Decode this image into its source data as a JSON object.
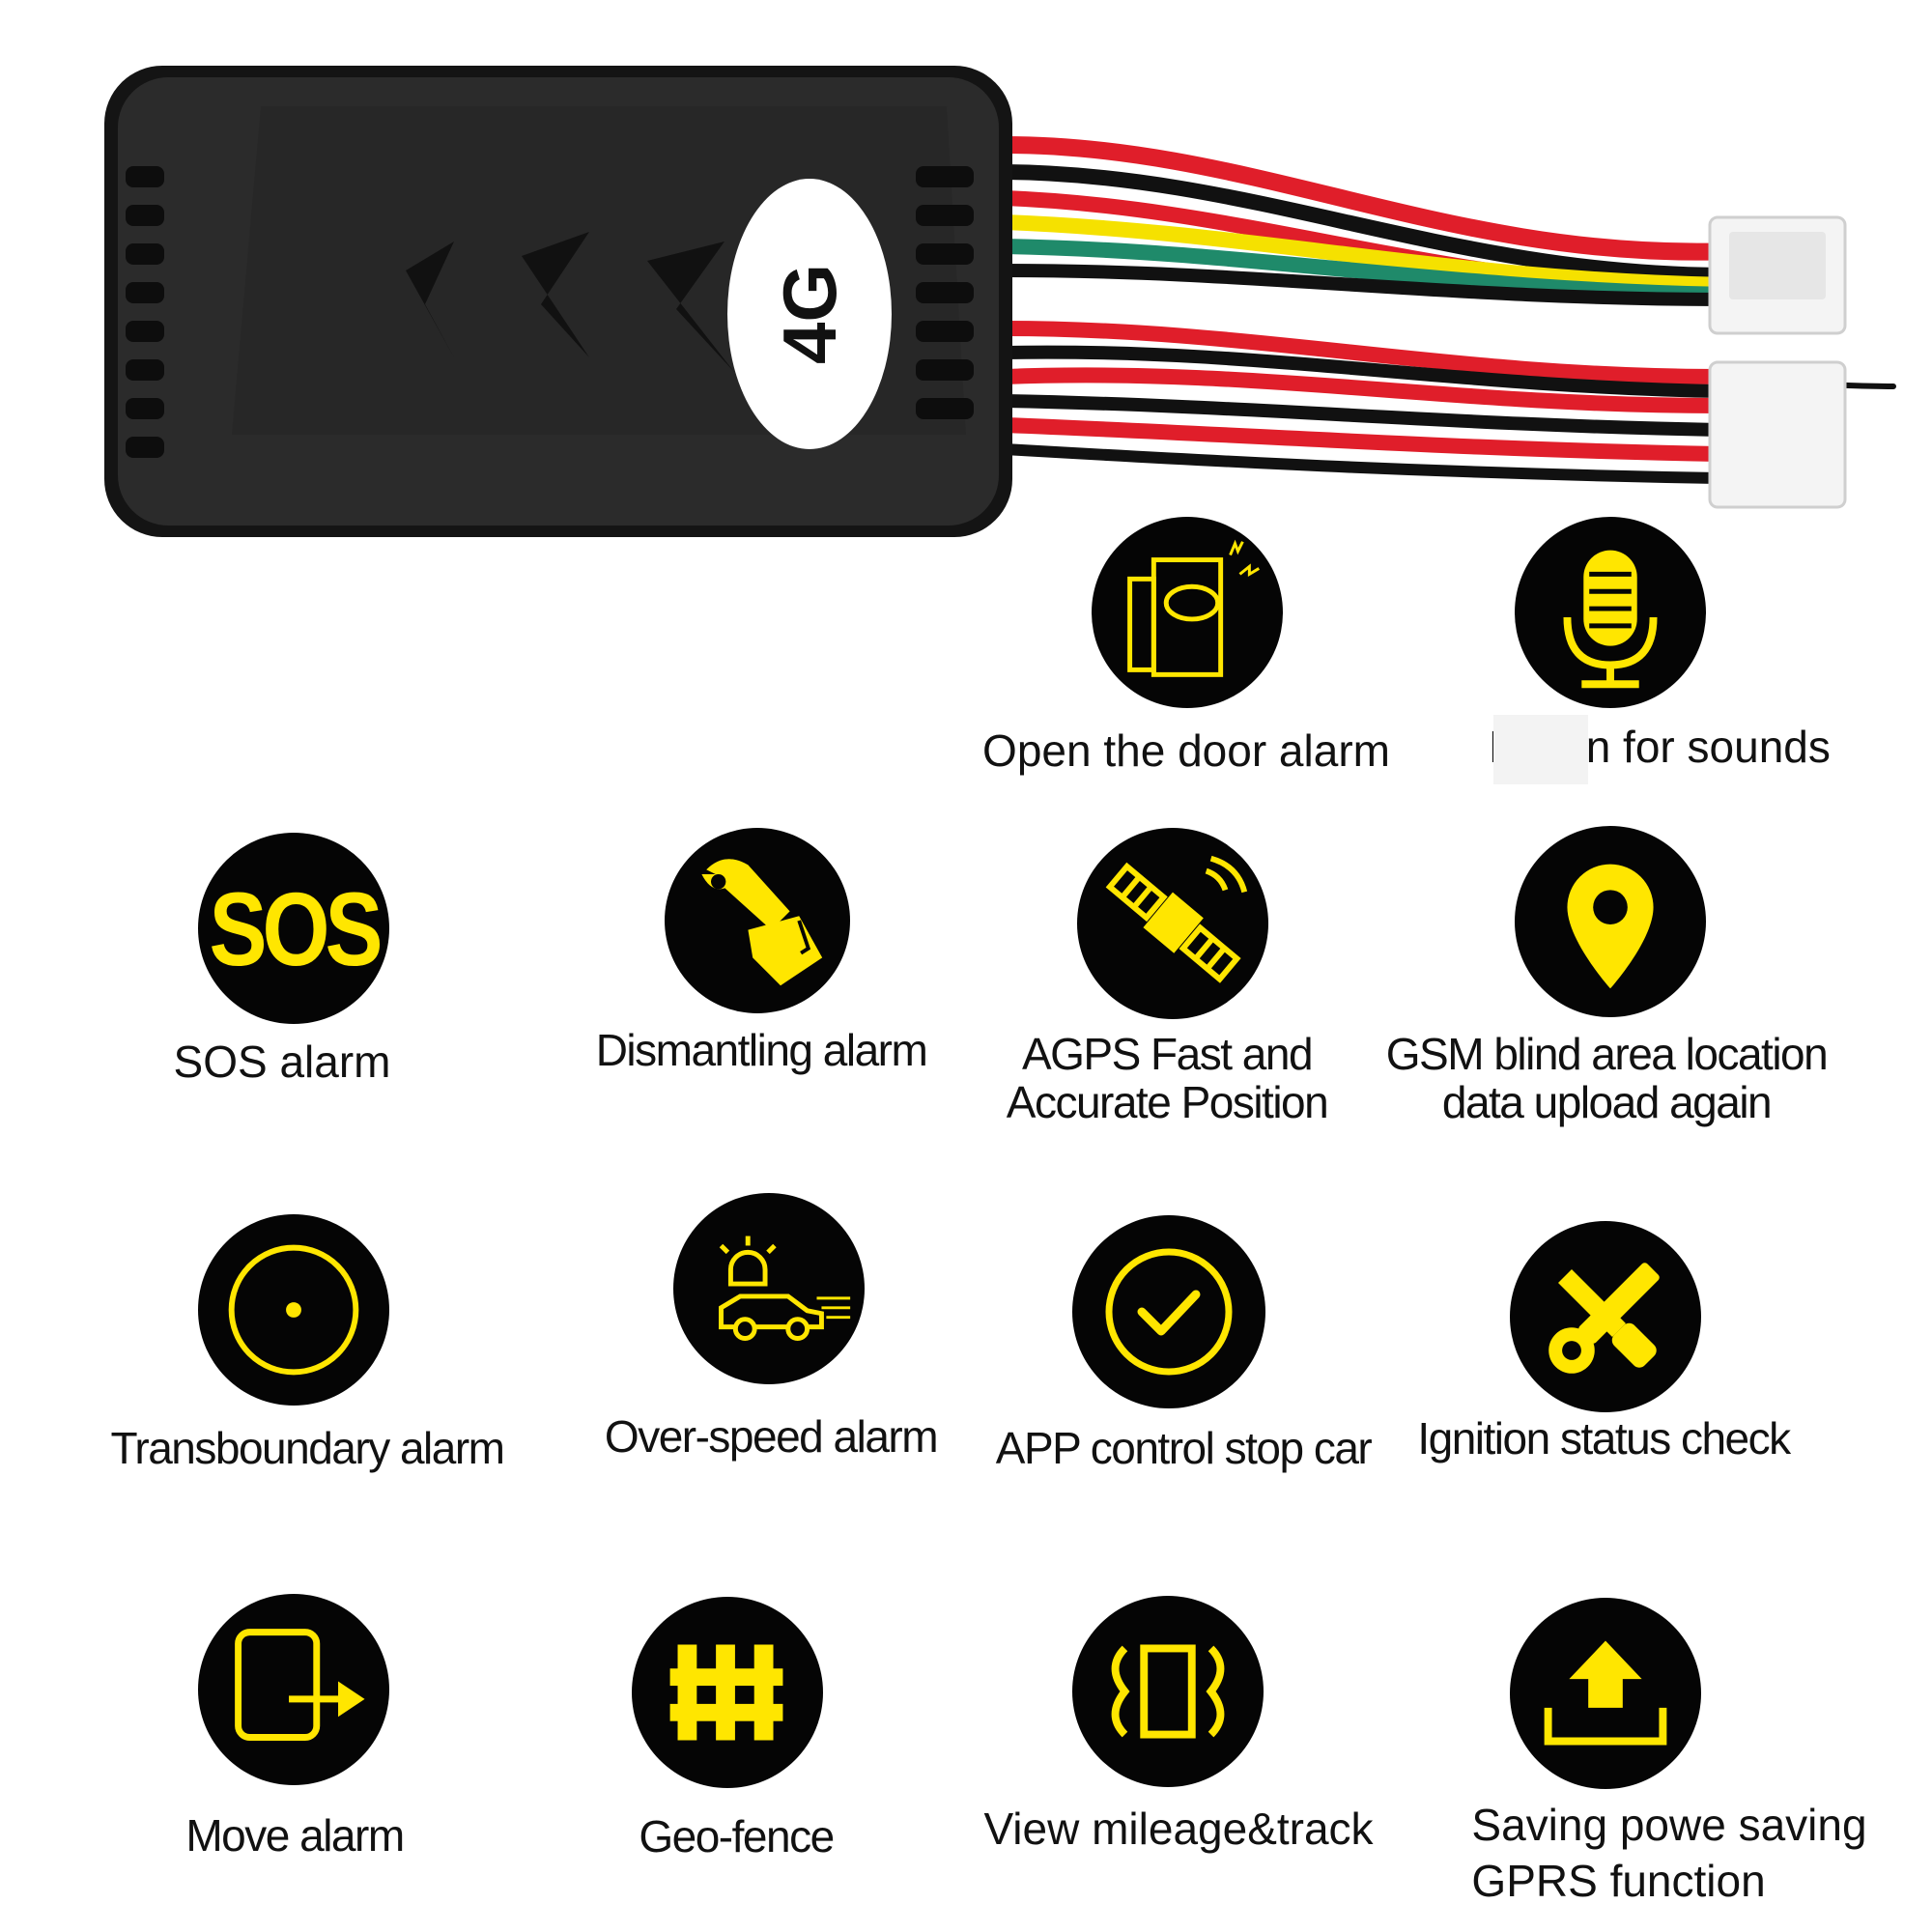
{
  "device": {
    "badge": "4G",
    "colors": {
      "case": "#262626",
      "badge_bg": "#ffffff",
      "wire_red": "#e01e2a",
      "wire_yellow": "#f5e100",
      "wire_green": "#1f8a6a",
      "wire_black": "#111111"
    }
  },
  "accent_color": "#ffe600",
  "icon_background": "#050505",
  "features": [
    {
      "id": "door",
      "icon": "door-alarm-icon",
      "label": "Open the door alarm"
    },
    {
      "id": "listen",
      "icon": "microphone-icon",
      "label": "L      n for sounds"
    },
    {
      "id": "sos",
      "icon": "sos-icon",
      "icon_text": "SOS",
      "label": "SOS alarm"
    },
    {
      "id": "dismantle",
      "icon": "wrench-hand-icon",
      "label": "Dismantling alarm"
    },
    {
      "id": "agps",
      "icon": "satellite-icon",
      "label_lines": [
        "AGPS Fast and",
        "Accurate Position"
      ]
    },
    {
      "id": "gsm",
      "icon": "location-pin-icon",
      "label_lines": [
        "GSM blind area location",
        "data upload again"
      ]
    },
    {
      "id": "transboundary",
      "icon": "boundary-circle-icon",
      "label": "Transboundary alarm"
    },
    {
      "id": "overspeed",
      "icon": "speeding-car-icon",
      "label": "Over-speed alarm"
    },
    {
      "id": "app",
      "icon": "checkmark-circle-icon",
      "label": "APP control stop car"
    },
    {
      "id": "ignition",
      "icon": "tools-icon",
      "label": "Ignition status check"
    },
    {
      "id": "move",
      "icon": "move-arrow-icon",
      "label": "Move alarm"
    },
    {
      "id": "geofence",
      "icon": "fence-icon",
      "label": "Geo-fence"
    },
    {
      "id": "mileage",
      "icon": "mileage-track-icon",
      "label": "View mileage&track"
    },
    {
      "id": "saving",
      "icon": "upload-tray-icon",
      "label_lines": [
        "Saving powe saving",
        "GPRS function"
      ]
    }
  ]
}
